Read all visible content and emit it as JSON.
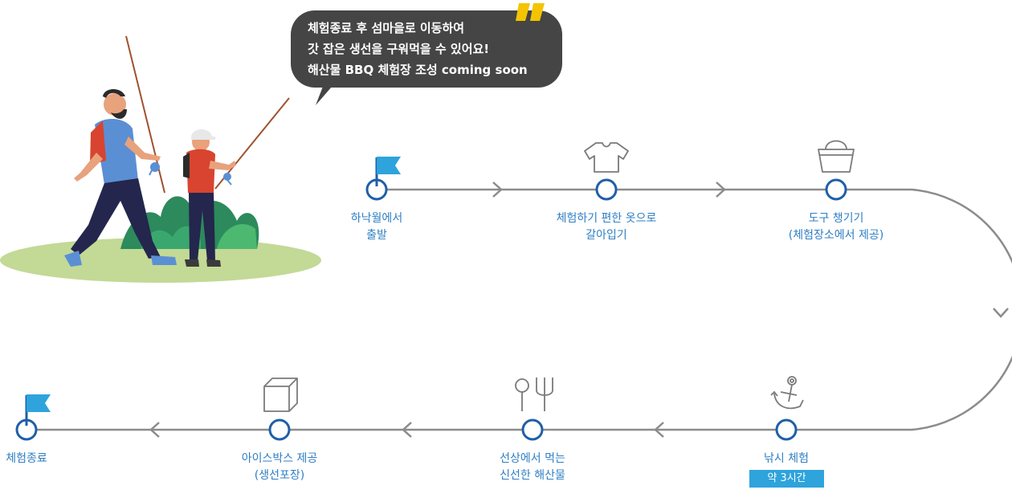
{
  "bubble": {
    "lines": [
      "체험종료 후 섬마을로 이동하여",
      "갓 잡은 생선을 구워먹을 수 있어요!",
      "해산물 BBQ 체험장 조성 coming soon"
    ]
  },
  "steps": [
    {
      "id": "start",
      "icon": "flag-icon",
      "lines": [
        "하낙월에서",
        "출발"
      ]
    },
    {
      "id": "clothes",
      "icon": "tshirt-icon",
      "lines": [
        "체험하기 편한 옷으로",
        "갈아입기"
      ]
    },
    {
      "id": "tools",
      "icon": "basket-icon",
      "lines": [
        "도구 챙기기",
        "(체험장소에서 제공)"
      ]
    },
    {
      "id": "fishing",
      "icon": "anchor-icon",
      "lines": [
        "낚시 체험"
      ],
      "badge": "약 3시간"
    },
    {
      "id": "eat",
      "icon": "cutlery-icon",
      "lines": [
        "선상에서 먹는",
        "신선한 해산물"
      ]
    },
    {
      "id": "icebox",
      "icon": "box-icon",
      "lines": [
        "아이스박스 제공",
        "(생선포장)"
      ]
    },
    {
      "id": "end",
      "icon": "flag-icon",
      "lines": [
        "체험종료"
      ]
    }
  ],
  "colors": {
    "line": "#8c8c8c",
    "node": "#1f5fa8",
    "label": "#2f7fc4",
    "flag": "#2ea3dc",
    "bubble": "#454545",
    "quote": "#f4c400"
  }
}
